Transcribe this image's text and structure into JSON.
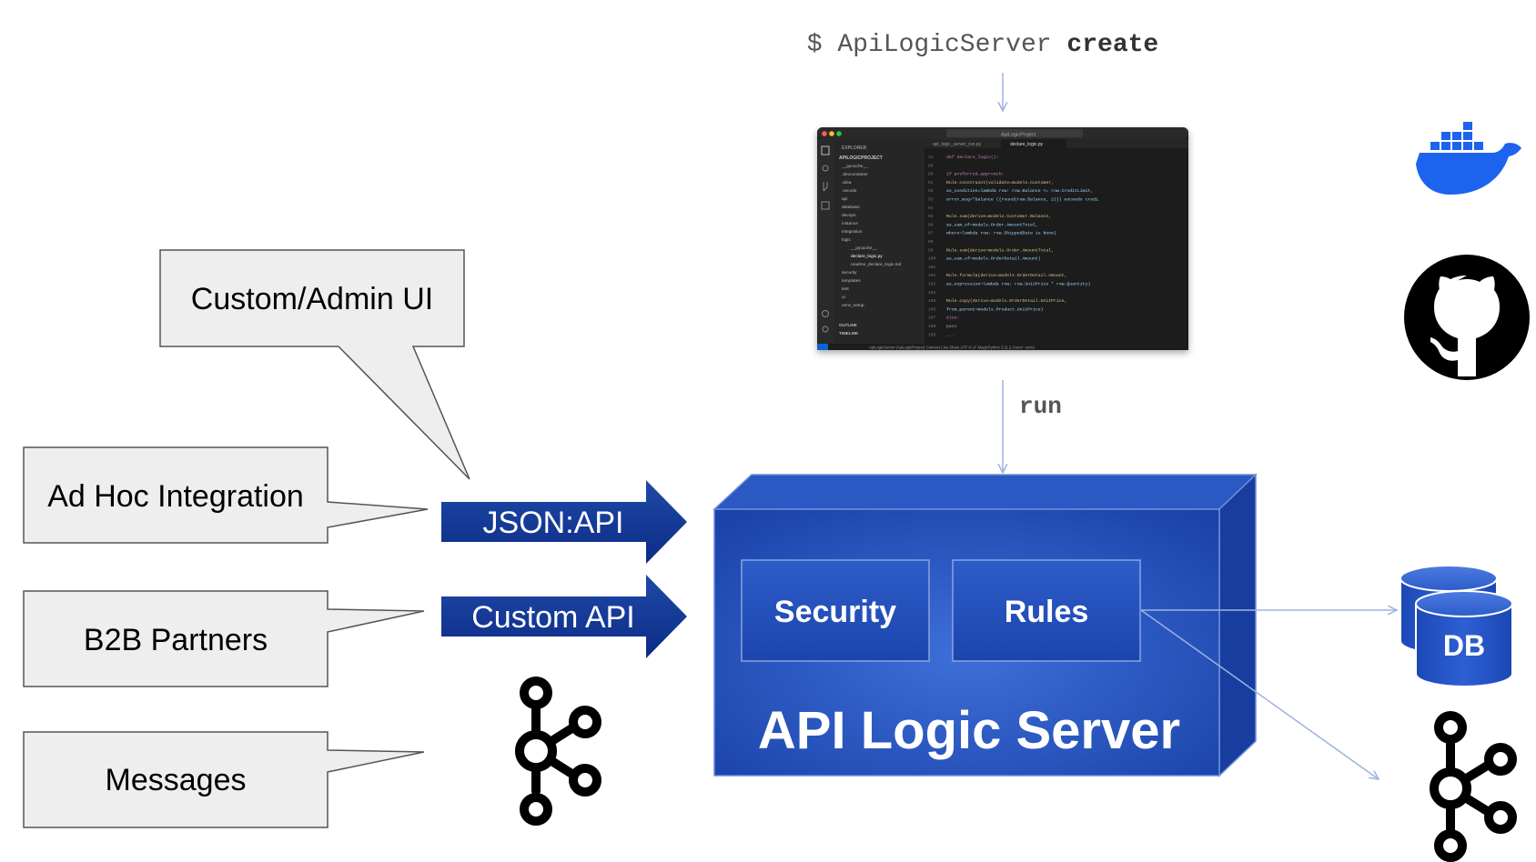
{
  "command": {
    "prefix": "$ ApiLogicServer ",
    "keyword": "create"
  },
  "run_label": "run",
  "callouts": {
    "custom_admin_ui": "Custom/Admin UI",
    "ad_hoc_integration": "Ad Hoc Integration",
    "b2b_partners": "B2B Partners",
    "messages": "Messages"
  },
  "api_arrows": {
    "json_api": "JSON:API",
    "custom_api": "Custom API"
  },
  "server": {
    "title": "API Logic Server",
    "security": "Security",
    "rules": "Rules"
  },
  "db_label": "DB",
  "editor": {
    "search": "ApiLogicProject",
    "explorer_title": "EXPLORER",
    "project": "APILOGICPROJECT",
    "tree": [
      "__pycache__",
      ".devcontainer",
      ".idea",
      ".vscode",
      "api",
      "database",
      "devops",
      "instance",
      "integration",
      "logic",
      "__pycache__",
      "declare_logic.py",
      "readme_declare_logic.md",
      "security",
      "templates",
      "test",
      "ui",
      "venv_setup"
    ],
    "outline": "OUTLINE",
    "timeline": "TIMELINE",
    "tab1": "api_logic_server_run.py",
    "tab2": "declare_logic.py",
    "line_numbers": [
      "21",
      "89",
      "90",
      "91",
      "92",
      "93",
      "94",
      "95",
      "96",
      "97",
      "98",
      "99",
      "100",
      "101",
      "102",
      "103",
      "104",
      "105",
      "106",
      "107",
      "108",
      "109"
    ],
    "code_lines": [
      "def declare_logic():",
      "",
      "    if preferred_approach:",
      "        Rule.constraint(validate=models.Customer,",
      "            as_condition=lambda row: row.Balance <= row.CreditLimit,",
      "            error_msg=\"balance ({round(row.Balance, 2)}) exceeds credi",
      "",
      "        Rule.sum(derive=models.Customer.Balance,",
      "            as_sum_of=models.Order.AmountTotal,",
      "            where=lambda row: row.ShippedDate is None)",
      "",
      "        Rule.sum(derive=models.Order.AmountTotal,",
      "            as_sum_of=models.OrderDetail.Amount)",
      "",
      "        Rule.formula(derive=models.OrderDetail.Amount,",
      "            as_expression=lambda row: row.UnitPrice * row.Quantity)",
      "",
      "        Rule.copy(derive=models.OrderDetail.UnitPrice,",
      "            from_parent=models.Product.UnitPrice)",
      "    else:",
      "        pass",
      "    ..."
    ],
    "status": "ApiLogicServer (ApiLogicProject)    Connect   Live Share      UTF-8   LF   MagicPython   3.11.2 ('venv': venv)"
  }
}
